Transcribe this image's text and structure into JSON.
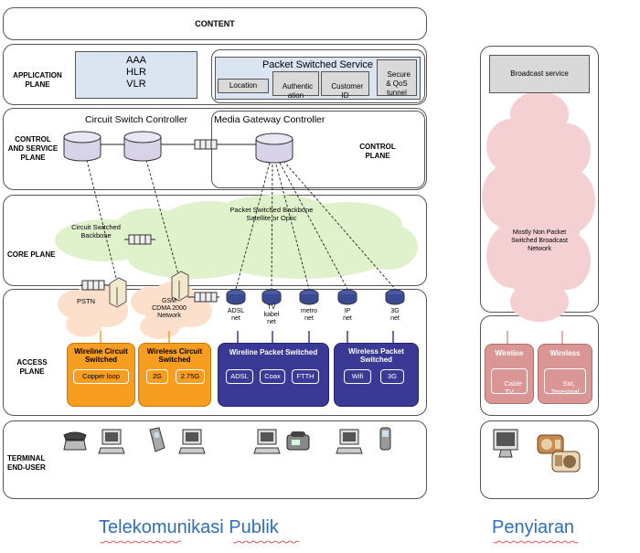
{
  "content_label": "CONTENT",
  "planes": {
    "application": "APPLICATION\nPLANE",
    "control_service": "CONTROL\nAND SERVICE\nPLANE",
    "core": "CORE PLANE",
    "access": "ACCESS\nPLANE",
    "terminal": "TERMINAL\nEND-USER"
  },
  "application": {
    "aaa": "AAA",
    "hlr": "HLR",
    "vlr": "VLR",
    "packet_service": "Packet Switched Service",
    "location": "Location",
    "authentication": "Authentic\nation",
    "customer_id": "Customer\nID",
    "secure_qos": "Secure\n& QoS\ntunnel"
  },
  "control": {
    "circuit_controller": "Circuit Switch Controller",
    "media_gateway": "Media Gateway Controller",
    "control_plane": "CONTROL\nPLANE"
  },
  "core": {
    "circuit_backbone": "Circuit Switched\nBackbone",
    "packet_backbone": "Packet Switched Backbone\nSatellite or Optic"
  },
  "access": {
    "pstn": "PSTN",
    "gsm": "GSM\nCDMA 2000\nNetwork",
    "routers": [
      "ADSL\nnet",
      "TV\nkabel\nnet",
      "metro\nnet",
      "IP\nnet",
      "3G\nnet"
    ],
    "wireline_circuit": "Wireline Circuit\nSwitched",
    "copper_loop": "Copper loop",
    "wireless_circuit": "Wireless Circuit\nSwitched",
    "w2g": "2G",
    "w275g": "2.75G",
    "wireline_packet": "Wireline Packet Switched",
    "adsl": "ADSL",
    "coax": "Coax",
    "ftth": "FTTH",
    "wireless_packet": "Wireless Packet\nSwitched",
    "wifi": "Wifi",
    "w3g": "3G"
  },
  "broadcast": {
    "service": "Broadcast service",
    "cloud_text": "Mostly Non Packet\nSwitched Broadcast\nNetwork",
    "wireline": "Wireline",
    "wireless": "Wireless",
    "cable_tv": "Cable\nTV",
    "sat": "Sat,\nTerestrial"
  },
  "captions": {
    "left": "Telekomunikasi Publik",
    "right": "Penyiaran"
  },
  "colors": {
    "orange": "#f79d1f",
    "navy": "#3a3a96",
    "pink": "#d99694",
    "cloud_green": "#dff2cc",
    "cloud_pink": "#f4d0d2",
    "cloud_orange": "#fde0cc"
  }
}
